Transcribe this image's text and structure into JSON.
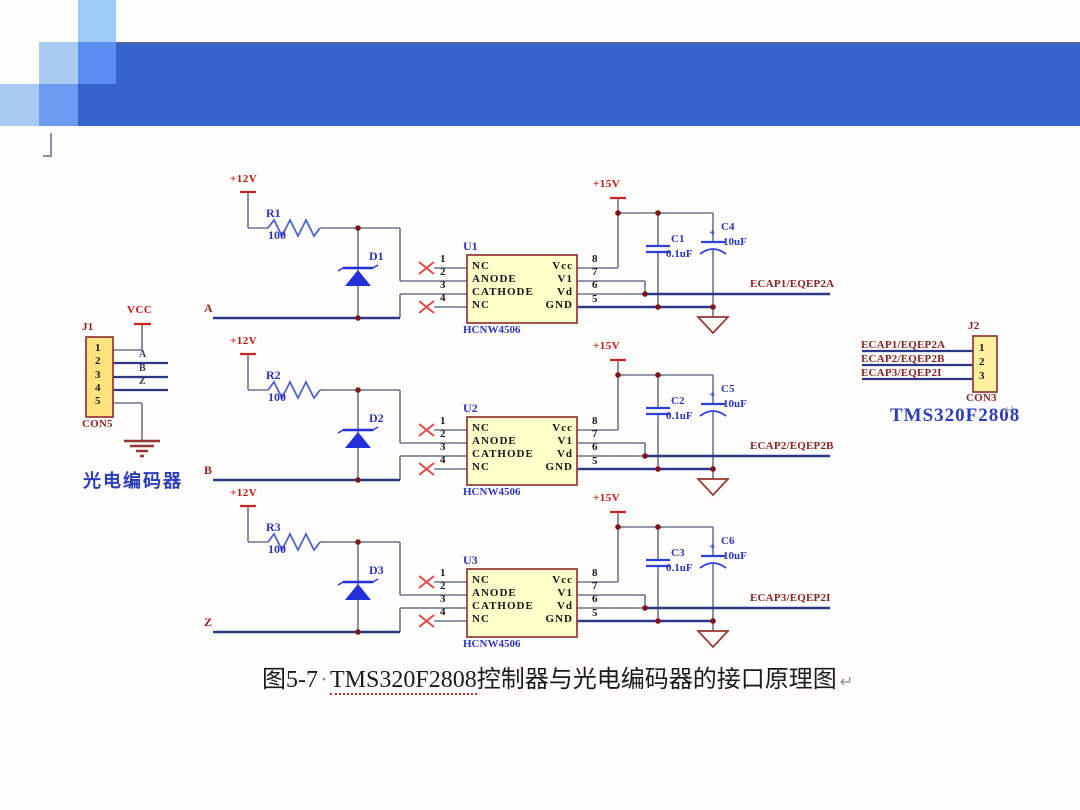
{
  "colors": {
    "banner_blue": "#3565c8",
    "square_light": "#a9cbf2",
    "square_sky": "#9ccbf8",
    "square_bright": "#5b8ef0",
    "square_mid": "#6b9cf2",
    "chip_fill": "#ffffc9",
    "connector_fill": "#ffe27d",
    "label_blue": "#2b35c0",
    "net_maroon": "#8e2222",
    "power_red": "#cc1111"
  },
  "schematic": {
    "encoder": {
      "ref": "J1",
      "footprint": "CON5",
      "pins": [
        "1",
        "2",
        "3",
        "4",
        "5"
      ],
      "power": "VCC",
      "stub_nets": [
        "A",
        "B",
        "Z"
      ],
      "label": "光电编码器"
    },
    "circuits": [
      {
        "supply_in": "+12V",
        "resistor": {
          "ref": "R1",
          "value": "100"
        },
        "diode": "D1",
        "input_net": "A",
        "chip": {
          "ref": "U1",
          "part": "HCNW4506",
          "left_pins": [
            {
              "num": "1",
              "name": "NC"
            },
            {
              "num": "2",
              "name": "ANODE"
            },
            {
              "num": "3",
              "name": "CATHODE"
            },
            {
              "num": "4",
              "name": "NC"
            }
          ],
          "right_pins": [
            {
              "num": "8",
              "name": "Vcc"
            },
            {
              "num": "7",
              "name": "V1"
            },
            {
              "num": "6",
              "name": "Vd"
            },
            {
              "num": "5",
              "name": "GND"
            }
          ]
        },
        "supply_out": "+15V",
        "bypass_cap": {
          "ref": "C1",
          "value": "0.1uF"
        },
        "bulk_cap": {
          "plus": "+",
          "ref": "C4",
          "value": "10uF"
        },
        "output_net": "ECAP1/EQEP2A"
      },
      {
        "supply_in": "+12V",
        "resistor": {
          "ref": "R2",
          "value": "100"
        },
        "diode": "D2",
        "input_net": "B",
        "chip": {
          "ref": "U2",
          "part": "HCNW4506",
          "left_pins": [
            {
              "num": "1",
              "name": "NC"
            },
            {
              "num": "2",
              "name": "ANODE"
            },
            {
              "num": "3",
              "name": "CATHODE"
            },
            {
              "num": "4",
              "name": "NC"
            }
          ],
          "right_pins": [
            {
              "num": "8",
              "name": "Vcc"
            },
            {
              "num": "7",
              "name": "V1"
            },
            {
              "num": "6",
              "name": "Vd"
            },
            {
              "num": "5",
              "name": "GND"
            }
          ]
        },
        "supply_out": "+15V",
        "bypass_cap": {
          "ref": "C2",
          "value": "0.1uF"
        },
        "bulk_cap": {
          "plus": "+",
          "ref": "C5",
          "value": "10uF"
        },
        "output_net": "ECAP2/EQEP2B"
      },
      {
        "supply_in": "+12V",
        "resistor": {
          "ref": "R3",
          "value": "100"
        },
        "diode": "D3",
        "input_net": "Z",
        "chip": {
          "ref": "U3",
          "part": "HCNW4506",
          "left_pins": [
            {
              "num": "1",
              "name": "NC"
            },
            {
              "num": "2",
              "name": "ANODE"
            },
            {
              "num": "3",
              "name": "CATHODE"
            },
            {
              "num": "4",
              "name": "NC"
            }
          ],
          "right_pins": [
            {
              "num": "8",
              "name": "Vcc"
            },
            {
              "num": "7",
              "name": "V1"
            },
            {
              "num": "6",
              "name": "Vd"
            },
            {
              "num": "5",
              "name": "GND"
            }
          ]
        },
        "supply_out": "+15V",
        "bypass_cap": {
          "ref": "C3",
          "value": "0.1uF"
        },
        "bulk_cap": {
          "plus": "+",
          "ref": "C6",
          "value": "10uF"
        },
        "output_net": "ECAP3/EQEP2I"
      }
    ],
    "dsp": {
      "ref": "J2",
      "footprint": "CON3",
      "pins": [
        "1",
        "2",
        "3"
      ],
      "nets": [
        "ECAP1/EQEP2A",
        "ECAP2/EQEP2B",
        "ECAP3/EQEP2I"
      ],
      "label": "TMS320F2808",
      "mark": "↵"
    }
  },
  "caption": {
    "figure": "图5-7",
    "space_dot": "·",
    "part": "TMS320F2808",
    "rest": "控制器与光电编码器的接口原理图",
    "mark": "↵"
  }
}
